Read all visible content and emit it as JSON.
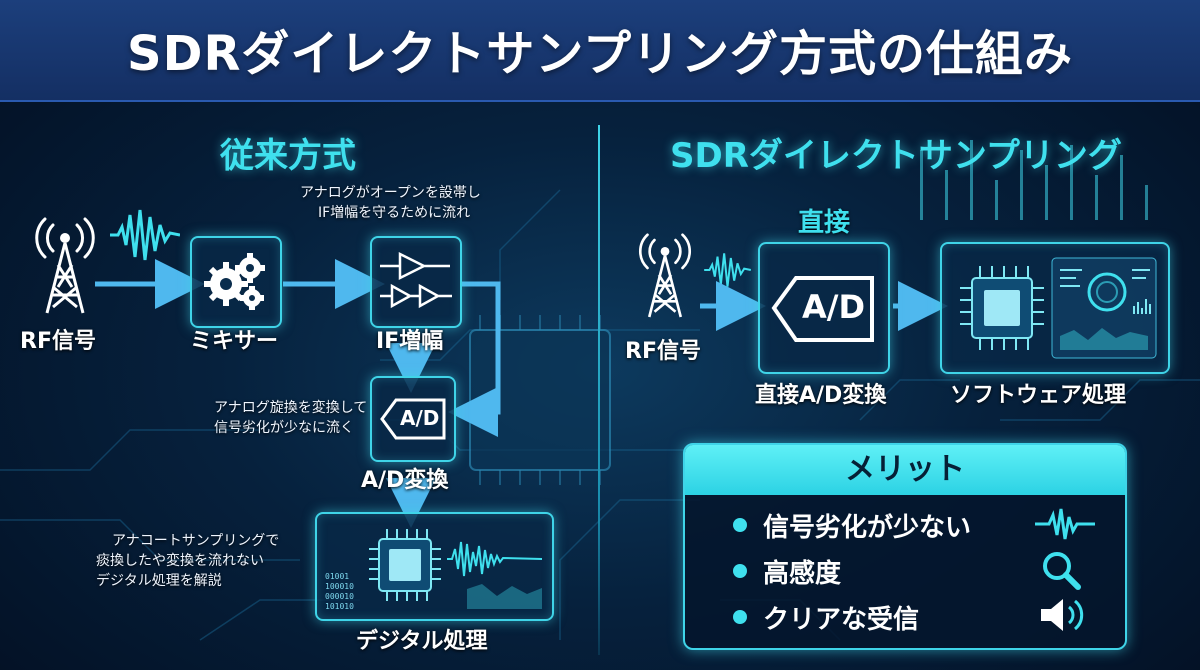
{
  "title": "SDRダイレクトサンプリング方式の仕組み",
  "left": {
    "heading": "従来方式",
    "rf_label": "RF信号",
    "mixer_label": "ミキサー",
    "if_label": "IF増幅",
    "if_note": [
      "アナログがオープンを設帯し",
      "IF増幅を守るために流れ"
    ],
    "ad_label": "A/D変換",
    "ad_box_text": "A/D",
    "ad_note": [
      "アナログ旋換を変換して",
      "信号劣化が少なに流く"
    ],
    "digital_label": "デジタル処理",
    "digital_note": [
      "アナコートサンプリングで",
      "痰換したや変換を流れない",
      "デジタル処理を解説"
    ],
    "binary_text": [
      "01001",
      "100010",
      "000010",
      "101010"
    ]
  },
  "right": {
    "heading": "SDRダイレクトサンプリング",
    "direct_label": "直接",
    "rf_label": "RF信号",
    "ad_box_text": "A/D",
    "ad_label": "直接A/D変換",
    "software_label": "ソフトウェア処理"
  },
  "merit": {
    "heading": "メリット",
    "items": [
      {
        "label": "信号劣化が少ない",
        "icon": "waveform-icon"
      },
      {
        "label": "高感度",
        "icon": "magnifier-icon"
      },
      {
        "label": "クリアな受信",
        "icon": "speaker-icon"
      }
    ]
  },
  "colors": {
    "accent": "#3fe0ee",
    "banner": "#1c3f7c",
    "background": "#06213d"
  }
}
